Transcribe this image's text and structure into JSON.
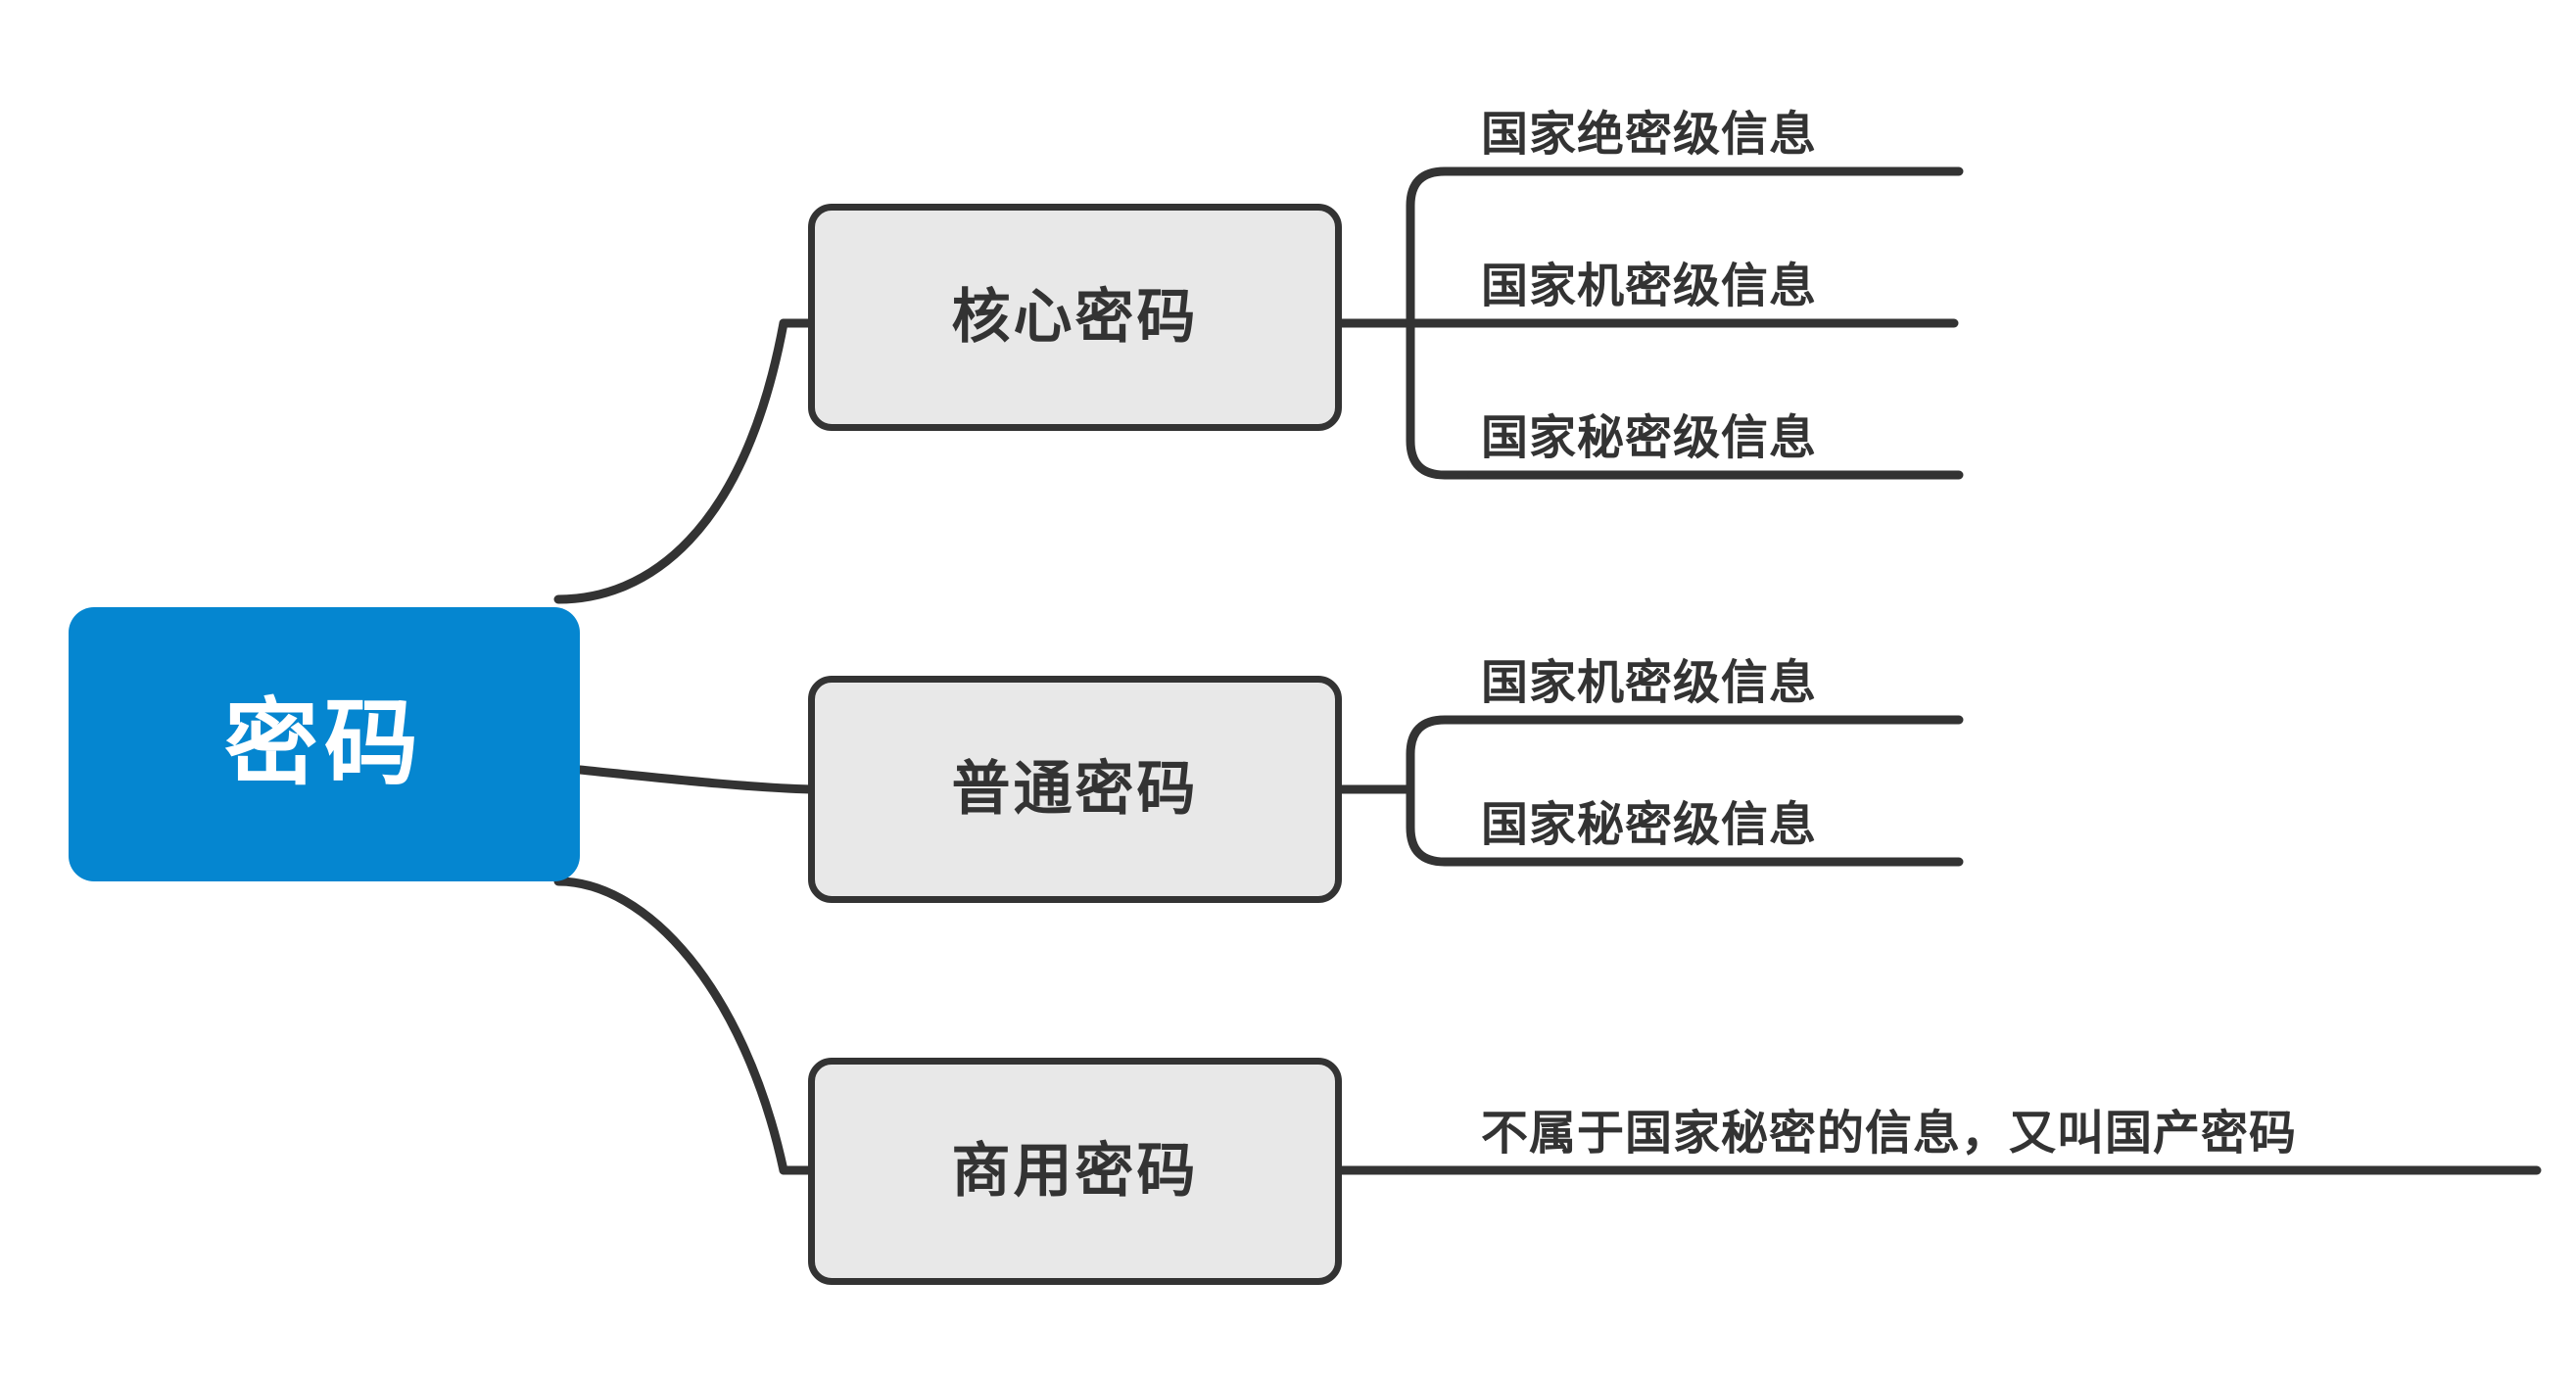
{
  "diagram": {
    "title": "密码",
    "type": "mind-map",
    "orientation": "left-to-right",
    "colors": {
      "root_fill": "#0586D0",
      "root_text": "#FFFFFF",
      "branch_fill": "#E8E8E8",
      "branch_border": "#333333",
      "branch_text": "#333333",
      "leaf_text": "#333333",
      "edge": "#333333",
      "background": "#FFFFFF"
    },
    "root": {
      "label": "密码"
    },
    "branches": [
      {
        "label": "核心密码",
        "leaves": [
          {
            "label": "国家绝密级信息"
          },
          {
            "label": "国家机密级信息"
          },
          {
            "label": "国家秘密级信息"
          }
        ]
      },
      {
        "label": "普通密码",
        "leaves": [
          {
            "label": "国家机密级信息"
          },
          {
            "label": "国家秘密级信息"
          }
        ]
      },
      {
        "label": "商用密码",
        "leaves": [
          {
            "label": "不属于国家秘密的信息，又叫国产密码"
          }
        ]
      }
    ]
  }
}
